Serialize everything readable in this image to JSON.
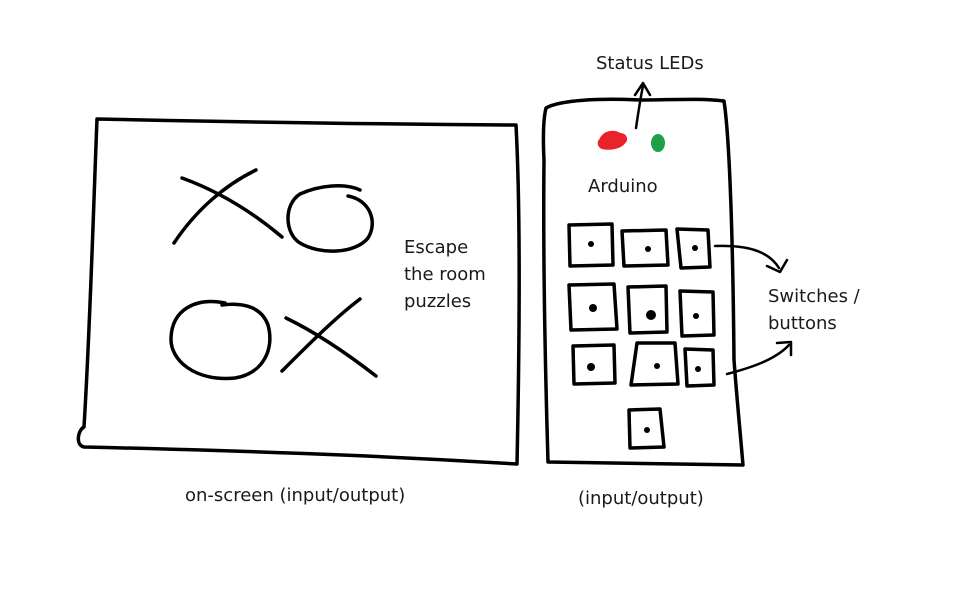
{
  "labels": {
    "status_leds": "Status LEDs",
    "arduino": "Arduino",
    "escape_line1": "Escape",
    "escape_line2": "the room",
    "escape_line3": "puzzles",
    "switches_line1": "Switches /",
    "switches_line2": "buttons",
    "screen_caption": "on-screen (input/output)",
    "device_caption": "(input/output)"
  },
  "colors": {
    "ink": "#000000",
    "led_red": "#e8232a",
    "led_green": "#1ea04a",
    "text": "#1a1a1a"
  },
  "icons": {
    "board_symbols": [
      "x-mark",
      "o-mark",
      "o-mark",
      "x-mark"
    ]
  }
}
